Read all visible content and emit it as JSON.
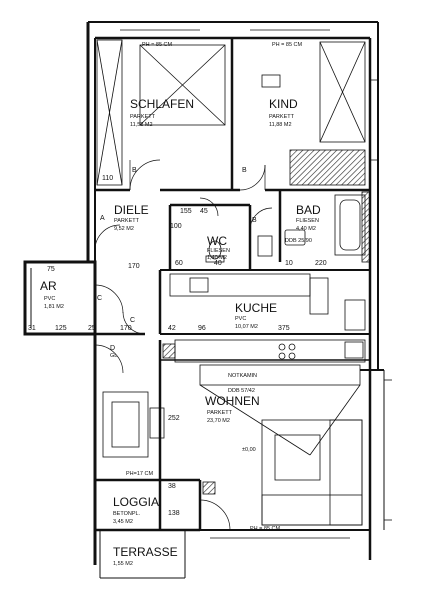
{
  "rooms": {
    "schlafen": {
      "name": "SCHLAFEN",
      "floor": "PARKETT",
      "area": "11,52 M2"
    },
    "kind": {
      "name": "KIND",
      "floor": "PARKETT",
      "area": "11,88 M2"
    },
    "diele": {
      "name": "DIELE",
      "floor": "PARKETT",
      "area": "9,52 M2"
    },
    "wc": {
      "name": "WC",
      "floor": "FLIESEN",
      "area": "1,40 M2"
    },
    "bad": {
      "name": "BAD",
      "floor": "FLIESEN",
      "area": "4,40 M2"
    },
    "ar": {
      "name": "AR",
      "floor": "PVC",
      "area": "1,81 M2"
    },
    "kuche": {
      "name": "KUCHE",
      "floor": "PVC",
      "area": "10,07 M2"
    },
    "wohnen": {
      "name": "WOHNEN",
      "floor": "PARKETT",
      "area": "23,70 M2"
    },
    "loggia": {
      "name": "LOGGIA",
      "floor": "BETONPL.",
      "area": "3,45 M2"
    },
    "terrasse": {
      "name": "TERRASSE",
      "floor": "",
      "area": "1,55 M2"
    }
  },
  "labels": {
    "ph85_left": "PH = 85 CM",
    "ph85_right": "PH = 85 CM",
    "ph85_bottom": "PH = 85 CM",
    "ph17": "PH=17 CM",
    "notkamin": "NOTKAMIN",
    "ddb574": "DDB 57/42",
    "ddb2590": "DDB 25/90",
    "gl": "GL",
    "level": "±0,00",
    "dim_170_a": "170",
    "dim_170_b": "170",
    "dim_220": "220",
    "dim_375": "375",
    "dim_125": "125",
    "dim_31": "31",
    "dim_75": "75",
    "dim_25": "25",
    "dim_10": "10",
    "dim_60": "60",
    "dim_155": "155",
    "dim_40": "40",
    "dim_45": "45",
    "dim_100": "100",
    "dim_252": "252",
    "dim_138": "138",
    "dim_38": "38",
    "dim_110": "110",
    "dim_42": "42",
    "dim_96": "96",
    "letter_b1": "B",
    "letter_b2": "B",
    "letter_b3": "B",
    "letter_a": "A",
    "letter_c1": "C",
    "letter_c2": "C",
    "letter_d": "D"
  }
}
